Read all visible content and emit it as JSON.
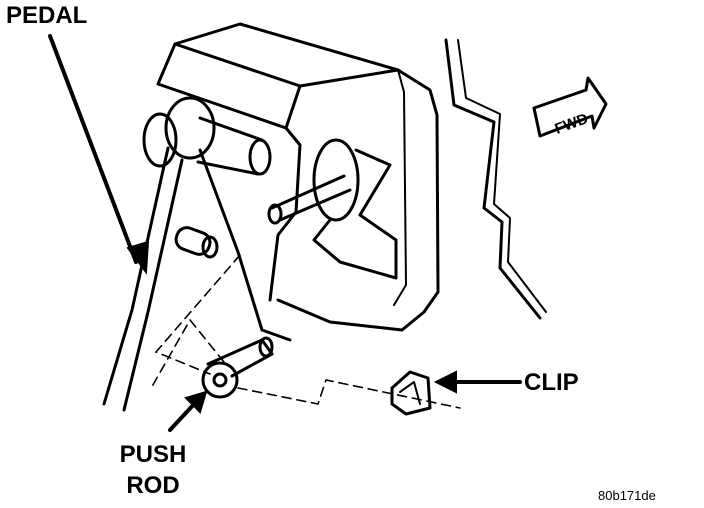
{
  "labels": {
    "pedal": "PEDAL",
    "clip": "CLIP",
    "push_rod_line1": "PUSH",
    "push_rod_line2": "ROD",
    "fwd": "FWD",
    "figure_code": "80b171de"
  },
  "colors": {
    "ink": "#000000",
    "background": "#ffffff"
  }
}
